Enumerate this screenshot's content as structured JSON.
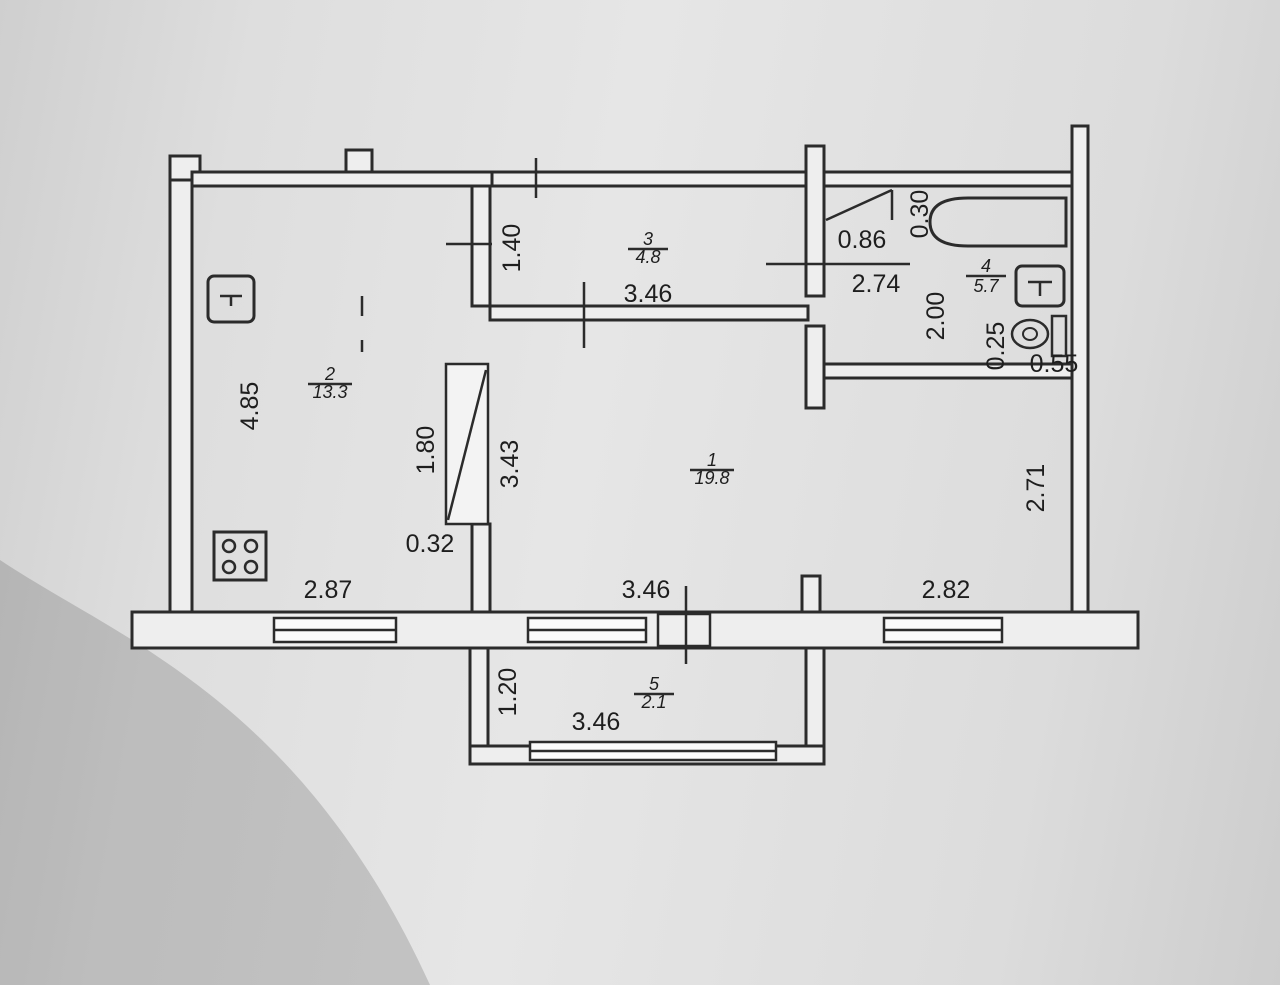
{
  "rooms": {
    "r1": {
      "number": "1",
      "area": "19.8"
    },
    "r2": {
      "number": "2",
      "area": "13.3"
    },
    "r3": {
      "number": "3",
      "area": "4.8"
    },
    "r4": {
      "number": "4",
      "area": "5.7"
    },
    "r5": {
      "number": "5",
      "area": "2.1"
    }
  },
  "dimensions": {
    "kitchen_height": "4.85",
    "kitchen_width": "2.87",
    "kitchen_door_gap": "1.80",
    "kitchen_wall_thickness": "0.32",
    "hall_depth": "1.40",
    "hall_width": "3.46",
    "room_width_bottom": "3.46",
    "room_height": "3.43",
    "bath_top": "0.30",
    "bath_left": "0.86",
    "bath_width": "2.74",
    "bath_height": "2.00",
    "bath_small_a": "0.25",
    "bath_small_b": "0.55",
    "right_height": "2.71",
    "right_width": "2.82",
    "balcony_height": "1.20",
    "balcony_width": "3.46"
  }
}
